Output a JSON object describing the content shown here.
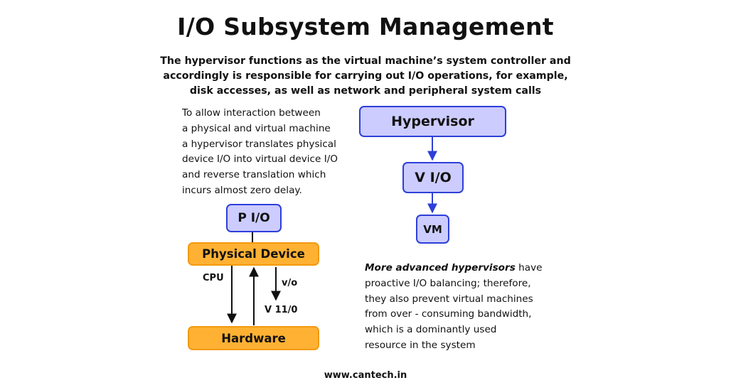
{
  "title": "I/O Subsystem Management",
  "subtitle": [
    "The hypervisor functions as the virtual machine’s system controller and",
    "accordingly is responsible for carrying out I/O operations, for example,",
    "disk accesses, as well as network and peripheral system calls"
  ],
  "left_text": [
    "To allow interaction between",
    "a physical and virtual machine",
    "a hypervisor translates physical",
    "device I/O into virtual device I/O",
    "and reverse translation which",
    "incurs almost zero delay."
  ],
  "left_diagram": {
    "pio": "P I/O",
    "physical_device": "Physical Device",
    "hardware": "Hardware",
    "cpu_label": "CPU",
    "vo_label": "v/o",
    "v110_label": "V 11/0"
  },
  "right_diagram": {
    "hypervisor": "Hypervisor",
    "vio": "V I/O",
    "vm": "VM"
  },
  "right_text": {
    "emphasis": "More advanced hypervisors",
    "rest_first_line": " have",
    "lines": [
      "proactive I/O balancing; therefore,",
      "they also prevent virtual machines",
      "from over - consuming bandwidth,",
      "which is a dominantly used",
      "resource in the system"
    ]
  },
  "footer": "www.cantech.in",
  "colors": {
    "box_purple_fill": "#ccccff",
    "box_purple_border": "#2d3fd8",
    "box_orange_fill": "#ffb133",
    "box_orange_border": "#f39a11",
    "arrow_blue": "#2d3fd8",
    "arrow_black": "#111111"
  }
}
